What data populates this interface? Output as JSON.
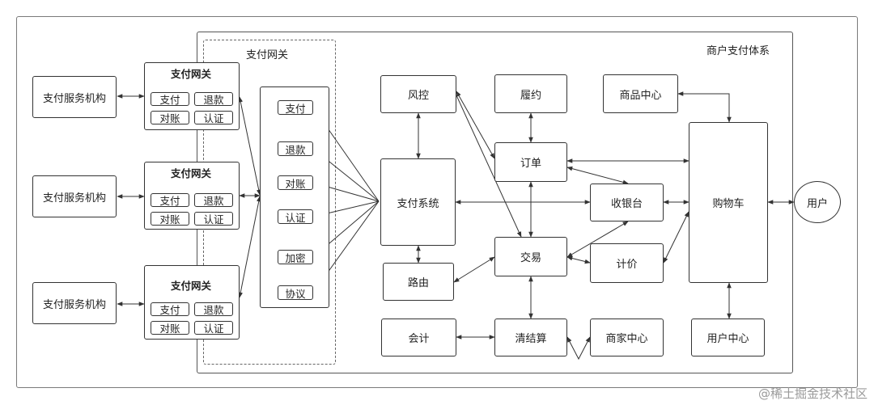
{
  "diagram": {
    "outer_label": "商户支付体系",
    "gateway_group_label": "支付网关",
    "institutions": [
      {
        "label": "支付服务机构"
      },
      {
        "label": "支付服务机构"
      },
      {
        "label": "支付服务机构"
      }
    ],
    "gateways": [
      {
        "title": "支付网关",
        "chips": [
          "支付",
          "退款",
          "对账",
          "认证"
        ]
      },
      {
        "title": "支付网关",
        "chips": [
          "支付",
          "退款",
          "对账",
          "认证"
        ]
      },
      {
        "title": "支付网关",
        "chips": [
          "支付",
          "退款",
          "对账",
          "认证"
        ]
      }
    ],
    "gateway_functions": [
      "支付",
      "退款",
      "对账",
      "认证",
      "加密",
      "协议"
    ],
    "nodes": {
      "risk": "风控",
      "fulfillment": "履约",
      "product_center": "商品中心",
      "order": "订单",
      "payment_system": "支付系统",
      "cashier": "收银台",
      "cart": "购物车",
      "user": "用户",
      "trade": "交易",
      "pricing": "计价",
      "routing": "路由",
      "accounting": "会计",
      "clearing": "清结算",
      "merchant_center": "商家中心",
      "user_center": "用户中心"
    },
    "colors": {
      "line": "#333333",
      "frame": "#7a7a7a",
      "watermark": "#9a9a9a"
    }
  },
  "watermark": "@稀土掘金技术社区"
}
